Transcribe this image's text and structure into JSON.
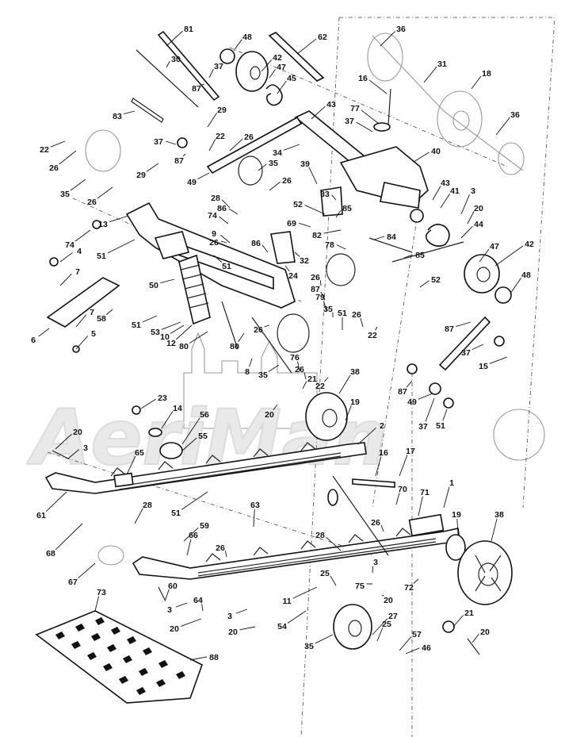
{
  "watermark": {
    "text": "AeriMan"
  },
  "callouts": [
    {
      "id": "c81a",
      "label": "81"
    },
    {
      "id": "c48a",
      "label": "48"
    },
    {
      "id": "c62",
      "label": "62"
    },
    {
      "id": "c36a",
      "label": "36"
    },
    {
      "id": "c30",
      "label": "30"
    },
    {
      "id": "c37a",
      "label": "37"
    },
    {
      "id": "c42a",
      "label": "42"
    },
    {
      "id": "c47a",
      "label": "47"
    },
    {
      "id": "c87a",
      "label": "87"
    },
    {
      "id": "c45",
      "label": "45"
    },
    {
      "id": "c31",
      "label": "31"
    },
    {
      "id": "c16a",
      "label": "16"
    },
    {
      "id": "c18",
      "label": "18"
    },
    {
      "id": "c83",
      "label": "83"
    },
    {
      "id": "c29a",
      "label": "29"
    },
    {
      "id": "c43a",
      "label": "43"
    },
    {
      "id": "c77",
      "label": "77"
    },
    {
      "id": "c36b",
      "label": "36"
    },
    {
      "id": "c37b",
      "label": "37"
    },
    {
      "id": "c22a",
      "label": "22"
    },
    {
      "id": "c22b",
      "label": "22"
    },
    {
      "id": "c37c",
      "label": "37"
    },
    {
      "id": "c26a",
      "label": "26"
    },
    {
      "id": "c87b",
      "label": "87"
    },
    {
      "id": "c34",
      "label": "34"
    },
    {
      "id": "c40",
      "label": "40"
    },
    {
      "id": "c26b",
      "label": "26"
    },
    {
      "id": "c29b",
      "label": "29"
    },
    {
      "id": "c35a",
      "label": "35"
    },
    {
      "id": "c39",
      "label": "39"
    },
    {
      "id": "c49a",
      "label": "49"
    },
    {
      "id": "c26c",
      "label": "26"
    },
    {
      "id": "c43b",
      "label": "43"
    },
    {
      "id": "c35b",
      "label": "35"
    },
    {
      "id": "c26d",
      "label": "26"
    },
    {
      "id": "c33",
      "label": "33"
    },
    {
      "id": "c41",
      "label": "41"
    },
    {
      "id": "c3a",
      "label": "3"
    },
    {
      "id": "c28a",
      "label": "28"
    },
    {
      "id": "c52a",
      "label": "52"
    },
    {
      "id": "c85a",
      "label": "85"
    },
    {
      "id": "c20a",
      "label": "20"
    },
    {
      "id": "c13",
      "label": "13"
    },
    {
      "id": "c86a",
      "label": "86"
    },
    {
      "id": "c74a",
      "label": "74"
    },
    {
      "id": "c69",
      "label": "69"
    },
    {
      "id": "c74b",
      "label": "74"
    },
    {
      "id": "c82",
      "label": "82"
    },
    {
      "id": "c84",
      "label": "84"
    },
    {
      "id": "c44",
      "label": "44"
    },
    {
      "id": "c9",
      "label": "9"
    },
    {
      "id": "c26e",
      "label": "26"
    },
    {
      "id": "c86b",
      "label": "86"
    },
    {
      "id": "c78",
      "label": "78"
    },
    {
      "id": "c4",
      "label": "4"
    },
    {
      "id": "c51a",
      "label": "51"
    },
    {
      "id": "c51b",
      "label": "51"
    },
    {
      "id": "c32",
      "label": "32"
    },
    {
      "id": "c85b",
      "label": "85"
    },
    {
      "id": "c47b",
      "label": "47"
    },
    {
      "id": "c42b",
      "label": "42"
    },
    {
      "id": "c24",
      "label": "24"
    },
    {
      "id": "c26f",
      "label": "26"
    },
    {
      "id": "c7a",
      "label": "7"
    },
    {
      "id": "c50",
      "label": "50"
    },
    {
      "id": "c52b",
      "label": "52"
    },
    {
      "id": "c48b",
      "label": "48"
    },
    {
      "id": "c87c",
      "label": "87"
    },
    {
      "id": "c79",
      "label": "79"
    },
    {
      "id": "c35c",
      "label": "35"
    },
    {
      "id": "c7b",
      "label": "7"
    },
    {
      "id": "c58",
      "label": "58"
    },
    {
      "id": "c51c",
      "label": "51"
    },
    {
      "id": "c51d",
      "label": "51"
    },
    {
      "id": "c26g",
      "label": "26"
    },
    {
      "id": "c53",
      "label": "53"
    },
    {
      "id": "c10",
      "label": "10"
    },
    {
      "id": "c12",
      "label": "12"
    },
    {
      "id": "c6",
      "label": "6"
    },
    {
      "id": "c5",
      "label": "5"
    },
    {
      "id": "c80a",
      "label": "80"
    },
    {
      "id": "c80b",
      "label": "80"
    },
    {
      "id": "c26h",
      "label": "26"
    },
    {
      "id": "c22c",
      "label": "22"
    },
    {
      "id": "c87d",
      "label": "87"
    },
    {
      "id": "c37d",
      "label": "37"
    },
    {
      "id": "c15",
      "label": "15"
    },
    {
      "id": "c8",
      "label": "8"
    },
    {
      "id": "c35d",
      "label": "35"
    },
    {
      "id": "c76",
      "label": "76"
    },
    {
      "id": "c26i",
      "label": "26"
    },
    {
      "id": "c38a",
      "label": "38"
    },
    {
      "id": "c22d",
      "label": "22"
    },
    {
      "id": "c21a",
      "label": "21"
    },
    {
      "id": "c87e",
      "label": "87"
    },
    {
      "id": "c49b",
      "label": "49"
    },
    {
      "id": "c37e",
      "label": "37"
    },
    {
      "id": "c51e",
      "label": "51"
    },
    {
      "id": "c23",
      "label": "23"
    },
    {
      "id": "c14",
      "label": "14"
    },
    {
      "id": "c20b",
      "label": "20"
    },
    {
      "id": "c19a",
      "label": "19"
    },
    {
      "id": "c56",
      "label": "56"
    },
    {
      "id": "c55",
      "label": "55"
    },
    {
      "id": "c2",
      "label": "2"
    },
    {
      "id": "c20c",
      "label": "20"
    },
    {
      "id": "c3b",
      "label": "3"
    },
    {
      "id": "c65",
      "label": "65"
    },
    {
      "id": "c16b",
      "label": "16"
    },
    {
      "id": "c17",
      "label": "17"
    },
    {
      "id": "c61",
      "label": "61"
    },
    {
      "id": "c51f",
      "label": "51"
    },
    {
      "id": "c70",
      "label": "70"
    },
    {
      "id": "c71",
      "label": "71"
    },
    {
      "id": "c1",
      "label": "1"
    },
    {
      "id": "c28b",
      "label": "28"
    },
    {
      "id": "c63",
      "label": "63"
    },
    {
      "id": "c26j",
      "label": "26"
    },
    {
      "id": "c19b",
      "label": "19"
    },
    {
      "id": "c38b",
      "label": "38"
    },
    {
      "id": "c59",
      "label": "59"
    },
    {
      "id": "c66",
      "label": "66"
    },
    {
      "id": "c28c",
      "label": "28"
    },
    {
      "id": "c68",
      "label": "68"
    },
    {
      "id": "c26k",
      "label": "26"
    },
    {
      "id": "c67",
      "label": "67"
    },
    {
      "id": "c3c",
      "label": "3"
    },
    {
      "id": "c25a",
      "label": "25"
    },
    {
      "id": "c72",
      "label": "72"
    },
    {
      "id": "c60",
      "label": "60"
    },
    {
      "id": "c75",
      "label": "75"
    },
    {
      "id": "c73",
      "label": "73"
    },
    {
      "id": "c11",
      "label": "11"
    },
    {
      "id": "c3d",
      "label": "3"
    },
    {
      "id": "c64",
      "label": "64"
    },
    {
      "id": "c20d",
      "label": "20"
    },
    {
      "id": "c3e",
      "label": "3"
    },
    {
      "id": "c54",
      "label": "54"
    },
    {
      "id": "c27",
      "label": "27"
    },
    {
      "id": "c21b",
      "label": "21"
    },
    {
      "id": "c20e",
      "label": "20"
    },
    {
      "id": "c20f",
      "label": "20"
    },
    {
      "id": "c25b",
      "label": "25"
    },
    {
      "id": "c57",
      "label": "57"
    },
    {
      "id": "c20g",
      "label": "20"
    },
    {
      "id": "c88",
      "label": "88"
    },
    {
      "id": "c35e",
      "label": "35"
    },
    {
      "id": "c46",
      "label": "46"
    }
  ]
}
